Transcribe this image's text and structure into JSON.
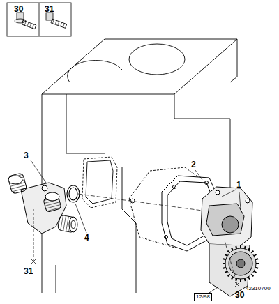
{
  "diagram": {
    "nodes": [
      {
        "text": [
          "30"
        ]
      },
      {
        "text": [
          "31"
        ]
      }
    ],
    "labels": [
      "3",
      "2",
      "1",
      "4",
      "31",
      "30",
      "12/98",
      "42310700"
    ]
  }
}
